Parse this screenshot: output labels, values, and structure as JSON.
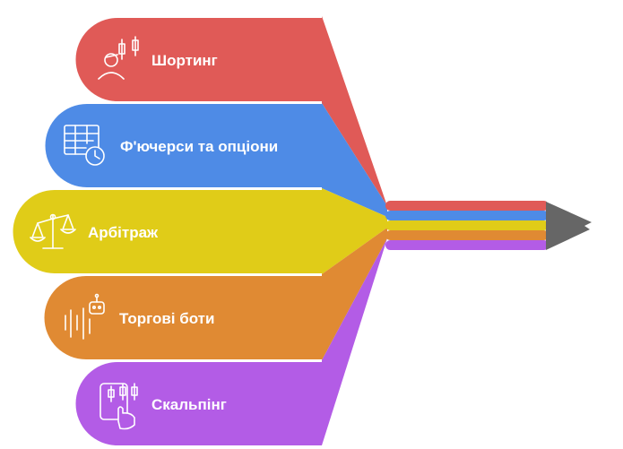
{
  "items": [
    {
      "label": "Шортинг",
      "color": "#E05A57",
      "icon": "person-with-candlesticks-icon"
    },
    {
      "label": "Ф'ючерси та опціони",
      "color": "#4E8BE6",
      "icon": "calendar-table-clock-icon"
    },
    {
      "label": "Арбітраж",
      "color": "#E0CC18",
      "icon": "balance-scale-icon"
    },
    {
      "label": "Торгові боти",
      "color": "#E08A33",
      "icon": "robot-signal-icon"
    },
    {
      "label": "Скальпінг",
      "color": "#B35CE6",
      "icon": "hand-with-candlesticks-icon"
    }
  ],
  "pencil_tip_color": "#666666"
}
